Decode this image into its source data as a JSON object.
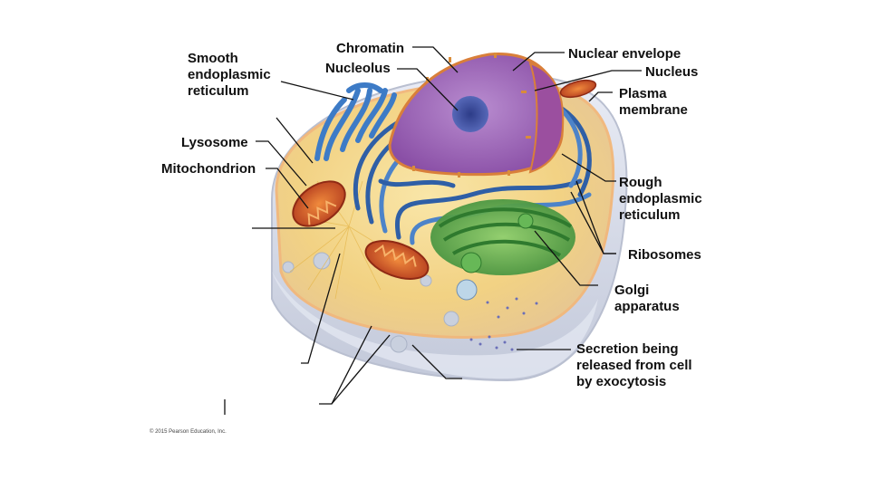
{
  "labels": {
    "smooth_er": [
      "Smooth",
      "endoplasmic",
      "reticulum"
    ],
    "chromatin": "Chromatin",
    "nucleolus": "Nucleolus",
    "nuclear_envelope": "Nuclear envelope",
    "nucleus": "Nucleus",
    "plasma_membrane": [
      "Plasma",
      "membrane"
    ],
    "lysosome": "Lysosome",
    "mitochondrion": "Mitochondrion",
    "rough_er": [
      "Rough",
      "endoplasmic",
      "reticulum"
    ],
    "ribosomes": "Ribosomes",
    "golgi": [
      "Golgi",
      "apparatus"
    ],
    "secretion": [
      "Secretion being",
      "released from cell",
      "by exocytosis"
    ]
  },
  "copyright": "© 2015 Pearson Education, Inc.",
  "colors": {
    "cytoplasm": "#f3d27a",
    "membrane": "#d8dde8",
    "nucleus": "#8a4fa6",
    "rough_er": "#3a6fb5",
    "golgi": "#5aa64a",
    "mitochondria": "#d9572e"
  }
}
